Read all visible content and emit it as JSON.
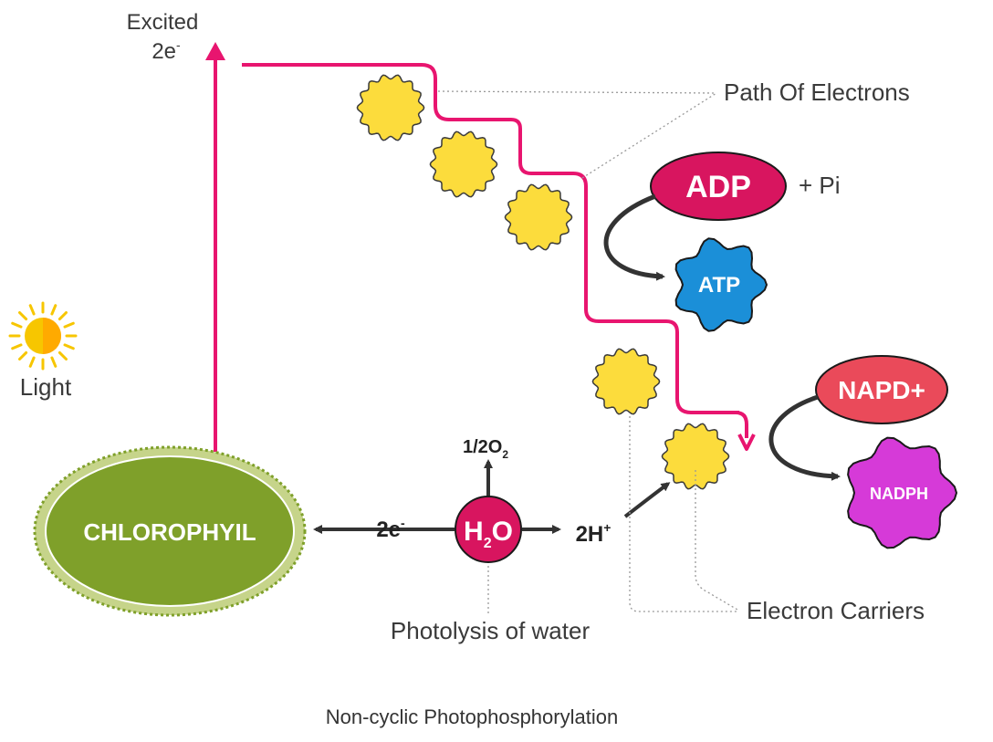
{
  "labels": {
    "excited_line1": "Excited",
    "excited_line2": "2e",
    "excited_sup": "-",
    "path_of_electrons": "Path Of Electrons",
    "light": "Light",
    "adp": "ADP",
    "plus_pi": "+ Pi",
    "atp": "ATP",
    "napd": "NAPD+",
    "nadph": "NADPH",
    "chlorophyil": "CHLOROPHYIL",
    "left_2e": "2e",
    "left_2e_sup": "-",
    "h2o_h": "H",
    "h2o_sub": "2",
    "h2o_o": "O",
    "oxygen_main": "1/2O",
    "oxygen_sub": "2",
    "right_2h": "2H",
    "right_2h_sup": "+",
    "electron_carriers": "Electron Carriers",
    "photolysis": "Photolysis of water",
    "caption": "Non-cyclic Photophosphorylation"
  },
  "colors": {
    "electron_path": "#e8156f",
    "carrier": "#fcdc3c",
    "carrier_stroke": "#3a3a3a",
    "chlorophyll": "#7fa02a",
    "adp": "#d8155f",
    "atp": "#1b8fd8",
    "napd": "#ea4a5a",
    "nadph": "#d63ad8",
    "h2o": "#d8155f",
    "sun": "#f7c600",
    "arrow": "#333333"
  }
}
